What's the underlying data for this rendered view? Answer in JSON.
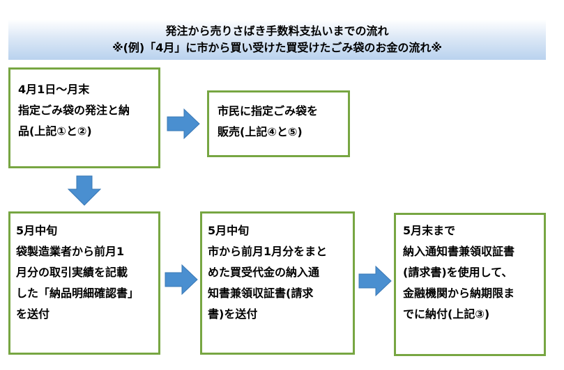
{
  "header": {
    "line1": "発注から売りさばき手数料支払いまでの流れ",
    "line2": "※(例)「4月」に市から買い受けた買受けたごみ袋のお金の流れ※"
  },
  "boxes": {
    "april": [
      "4月1日～月末",
      "指定ごみ袋の発注と納",
      "品(上記①と②)"
    ],
    "sale": [
      "市民に指定ごみ袋を",
      "販売(上記④と⑤)"
    ],
    "may_record": [
      "5月中旬",
      "袋製造業者から前月1",
      "月分の取引実績を記載",
      "した「納品明細確認書」",
      "を送付"
    ],
    "may_invoice": [
      "5月中旬",
      "市から前月1月分をまと",
      "めた買受代金の納入通",
      "知書兼領収証書(請求",
      "書)を送付"
    ],
    "may_payment": [
      "5月末まで",
      "納入通知書兼領収証書",
      "(請求書)を使用して、",
      "金融機関から納期限ま",
      "でに納付(上記③)"
    ]
  },
  "colors": {
    "border": "#77a642",
    "arrow": "#4a8fd0",
    "header": "#b9d2ee"
  },
  "icons": [
    "arrow-right-icon",
    "arrow-down-icon"
  ]
}
